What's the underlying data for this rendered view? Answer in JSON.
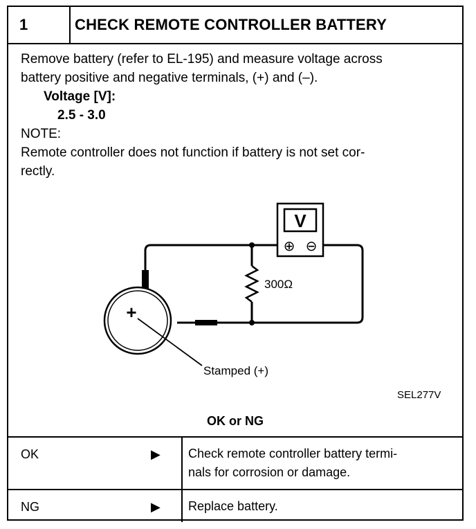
{
  "header": {
    "step_number": "1",
    "title": "CHECK REMOTE CONTROLLER BATTERY"
  },
  "instructions": {
    "line1": "Remove battery (refer to EL-195) and measure voltage across",
    "line2": "battery positive and negative terminals, (+) and (–).",
    "spec_label": "Voltage [V]:",
    "spec_value": "2.5 - 3.0",
    "note_label": "NOTE:",
    "note_line1": "Remote controller does not function if battery is not set cor-",
    "note_line2": "rectly."
  },
  "diagram": {
    "meter_symbol": "V",
    "meter_positive": "⊕",
    "meter_negative": "⊖",
    "battery_symbol": "+",
    "resistor_label": "300Ω",
    "stamped_label": "Stamped (+)",
    "code": "SEL277V"
  },
  "result": {
    "heading": "OK or NG",
    "rows": [
      {
        "status": "OK",
        "arrow": "▶",
        "action_line1": "Check remote controller battery termi-",
        "action_line2": "nals for corrosion or damage."
      },
      {
        "status": "NG",
        "arrow": "▶",
        "action_line1": "Replace battery."
      }
    ]
  }
}
